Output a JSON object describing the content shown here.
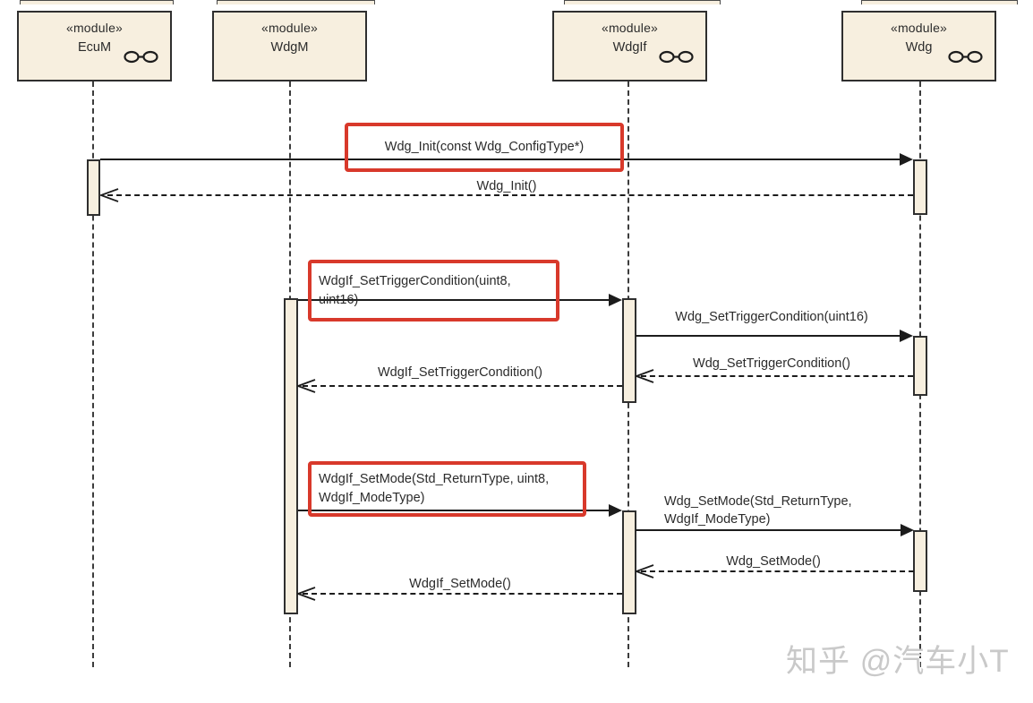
{
  "diagram": {
    "type": "uml-sequence",
    "colors": {
      "lifeline_fill": "#f7efdf",
      "lifeline_border": "#2f2f2f",
      "message_line": "#1c1c1c",
      "highlight_red": "#d8392b",
      "watermark_gray": "#c9c9c9"
    },
    "lifelines": [
      {
        "stereotype": "«module»",
        "name": "EcuM",
        "has_link_icon": true
      },
      {
        "stereotype": "«module»",
        "name": "WdgM",
        "has_link_icon": false
      },
      {
        "stereotype": "«module»",
        "name": "WdgIf",
        "has_link_icon": true
      },
      {
        "stereotype": "«module»",
        "name": "Wdg",
        "has_link_icon": true
      }
    ],
    "messages": [
      {
        "label": "Wdg_Init(const Wdg_ConfigType*)",
        "from": "EcuM",
        "to": "Wdg",
        "kind": "call",
        "highlighted": true
      },
      {
        "label": "Wdg_Init()",
        "from": "Wdg",
        "to": "EcuM",
        "kind": "return",
        "highlighted": false
      },
      {
        "label": "WdgIf_SetTriggerCondition(uint8, uint16)",
        "from": "WdgM",
        "to": "WdgIf",
        "kind": "call",
        "highlighted": true
      },
      {
        "label": "Wdg_SetTriggerCondition(uint16)",
        "from": "WdgIf",
        "to": "Wdg",
        "kind": "call",
        "highlighted": false
      },
      {
        "label": "Wdg_SetTriggerCondition()",
        "from": "Wdg",
        "to": "WdgIf",
        "kind": "return",
        "highlighted": false
      },
      {
        "label": "WdgIf_SetTriggerCondition()",
        "from": "WdgIf",
        "to": "WdgM",
        "kind": "return",
        "highlighted": false
      },
      {
        "label": "WdgIf_SetMode(Std_ReturnType, uint8, WdgIf_ModeType)",
        "from": "WdgM",
        "to": "WdgIf",
        "kind": "call",
        "highlighted": true
      },
      {
        "label": "Wdg_SetMode(Std_ReturnType, WdgIf_ModeType)",
        "from": "WdgIf",
        "to": "Wdg",
        "kind": "call",
        "highlighted": false
      },
      {
        "label": "Wdg_SetMode()",
        "from": "Wdg",
        "to": "WdgIf",
        "kind": "return",
        "highlighted": false
      },
      {
        "label": "WdgIf_SetMode()",
        "from": "WdgIf",
        "to": "WdgM",
        "kind": "return",
        "highlighted": false
      }
    ],
    "watermark": "知乎 @汽车小T"
  }
}
